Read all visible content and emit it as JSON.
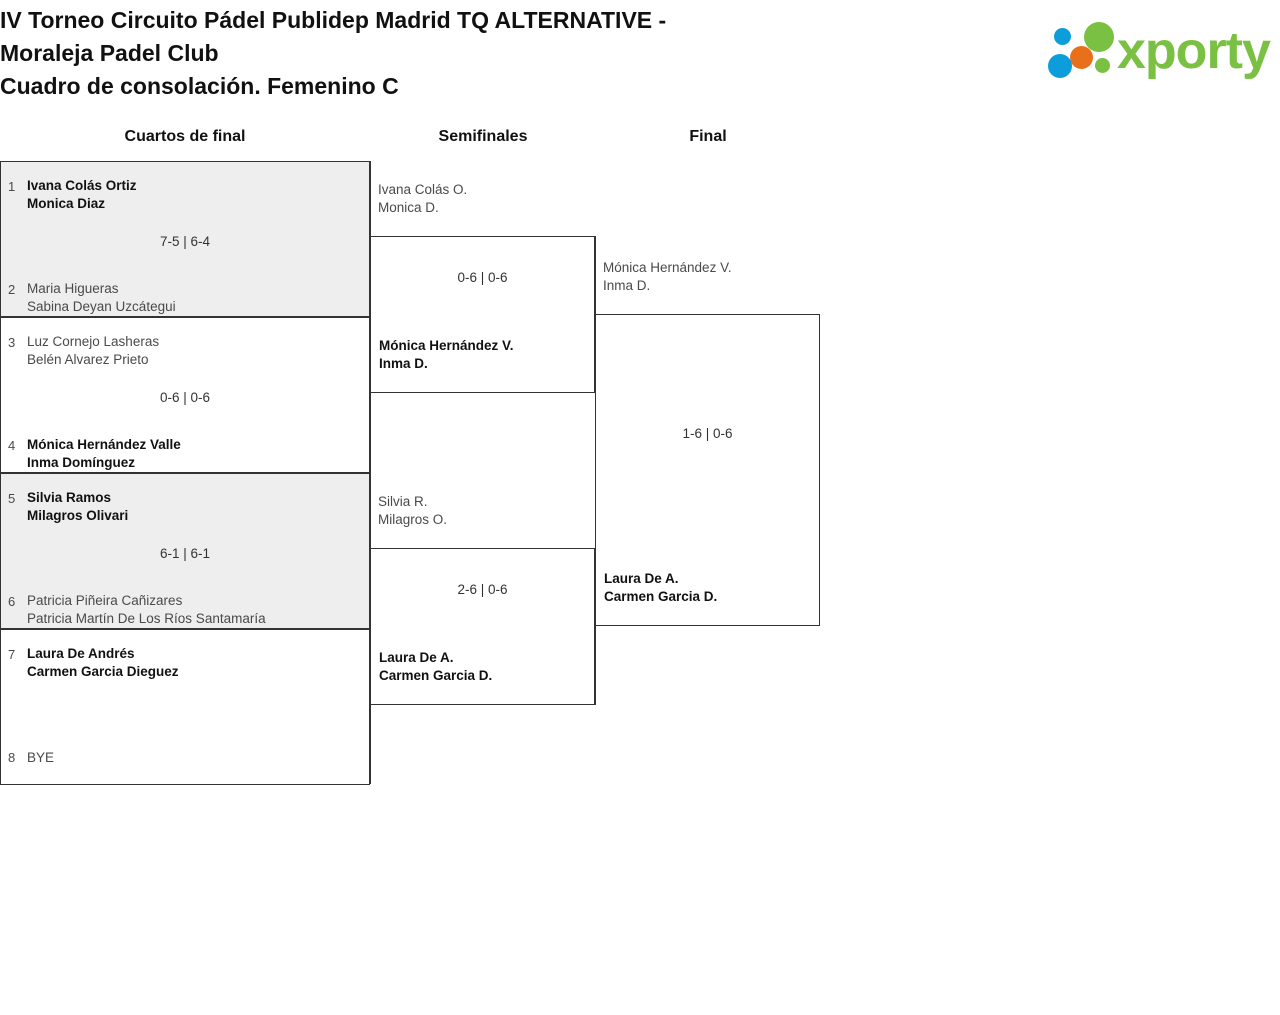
{
  "header": {
    "title_lines": [
      "IV Torneo Circuito Pádel Publidep Madrid TQ ALTERNATIVE -",
      "Moraleja Padel Club",
      "Cuadro de consolación. Femenino C"
    ],
    "logo_text": "xporty",
    "logo_colors": {
      "green": "#7ac143",
      "blue": "#0d9ddb",
      "orange": "#e8701a"
    }
  },
  "columns": [
    {
      "label": "Cuartos de final"
    },
    {
      "label": "Semifinales"
    },
    {
      "label": "Final"
    }
  ],
  "bracket": {
    "round1": [
      {
        "top": {
          "seed": "1",
          "player1": "Ivana Colás Ortiz",
          "player2": "Monica Diaz",
          "winner": true
        },
        "bottom": {
          "seed": "2",
          "player1": "Maria Higueras",
          "player2": "Sabina Deyan Uzcátegui",
          "winner": false
        },
        "score": "7-5 | 6-4"
      },
      {
        "top": {
          "seed": "3",
          "player1": "Luz Cornejo Lasheras",
          "player2": "Belén Alvarez Prieto",
          "winner": false
        },
        "bottom": {
          "seed": "4",
          "player1": "Mónica Hernández Valle",
          "player2": "Inma Domínguez",
          "winner": true
        },
        "score": "0-6 | 0-6"
      },
      {
        "top": {
          "seed": "5",
          "player1": "Silvia Ramos",
          "player2": "Milagros Olivari",
          "winner": true
        },
        "bottom": {
          "seed": "6",
          "player1": "Patricia Piñeira Cañizares",
          "player2": "Patricia Martín De Los Ríos Santamaría",
          "winner": false
        },
        "score": "6-1 | 6-1"
      },
      {
        "top": {
          "seed": "7",
          "player1": "Laura De Andrés",
          "player2": "Carmen Garcia Dieguez",
          "winner": true
        },
        "bottom": {
          "seed": "8",
          "player1": "BYE",
          "player2": "",
          "winner": false
        },
        "score": ""
      }
    ],
    "round2": [
      {
        "top": {
          "player1": "Ivana Colás O.",
          "player2": "Monica D.",
          "winner": false
        },
        "bottom": {
          "player1": "Mónica Hernández V.",
          "player2": "Inma D.",
          "winner": true
        },
        "score": "0-6 | 0-6"
      },
      {
        "top": {
          "player1": "Silvia R.",
          "player2": "Milagros O.",
          "winner": false
        },
        "bottom": {
          "player1": "Laura De A.",
          "player2": "Carmen Garcia D.",
          "winner": true
        },
        "score": "2-6 | 0-6"
      }
    ],
    "round3": [
      {
        "top": {
          "player1": "Mónica Hernández V.",
          "player2": "Inma D.",
          "winner": false
        },
        "bottom": {
          "player1": "Laura De A.",
          "player2": "Carmen Garcia D.",
          "winner": true
        },
        "score": "1-6 | 0-6"
      }
    ]
  }
}
